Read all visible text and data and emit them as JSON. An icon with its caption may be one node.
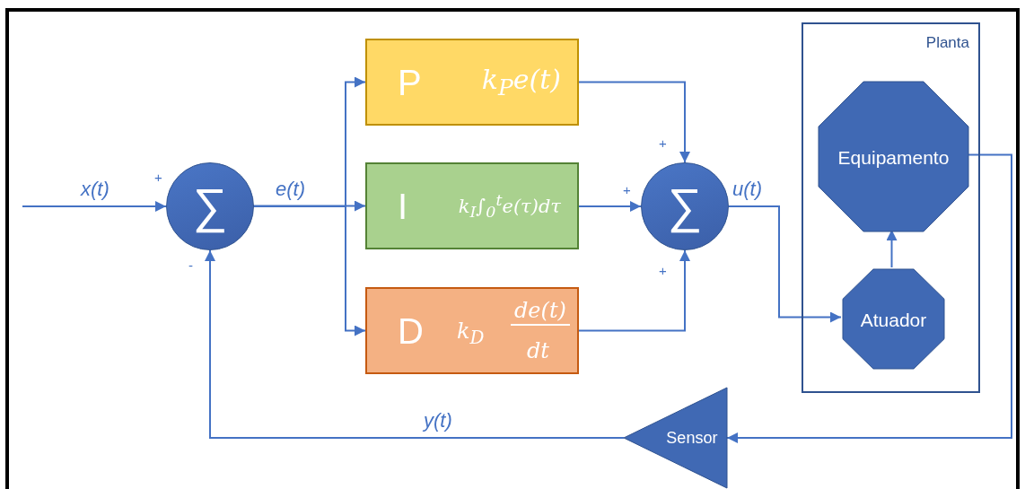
{
  "diagram": {
    "nodes": [
      {
        "text": [
          "∑"
        ],
        "beside": [
          "+",
          "-"
        ]
      },
      {
        "text": [
          "P",
          "k$_{P}$e(t)"
        ]
      },
      {
        "text": [
          "I",
          "k$_{I}$∫$_{0}$$^{t}$e(τ)dτ"
        ]
      },
      {
        "text": [
          "D",
          "k$_{D}$",
          "de(t)",
          "dt"
        ]
      },
      {
        "text": [
          "∑"
        ],
        "beside": [
          "+",
          "+",
          "+"
        ]
      },
      {
        "text": [
          "Planta"
        ]
      },
      {
        "text": [
          "Equipamento"
        ],
        "in": 5
      },
      {
        "text": [
          "Atuador"
        ],
        "in": 5
      },
      {
        "text": [
          "Sensor"
        ]
      }
    ],
    "edges": [
      {
        "from": null,
        "to": 0,
        "arrow": "to",
        "label": "x(t)"
      },
      {
        "from": 0,
        "to": 1,
        "arrow": "to"
      },
      {
        "from": 0,
        "to": 2,
        "arrow": "to",
        "label": "e(t)"
      },
      {
        "from": 0,
        "to": 3,
        "arrow": "to"
      },
      {
        "from": 1,
        "to": 4,
        "arrow": "to"
      },
      {
        "from": 2,
        "to": 4,
        "arrow": "to"
      },
      {
        "from": 3,
        "to": 4,
        "arrow": "to"
      },
      {
        "from": 4,
        "to": 7,
        "arrow": "to",
        "label": "u(t)"
      },
      {
        "from": 7,
        "to": 6,
        "arrow": "to"
      },
      {
        "from": 6,
        "to": 8,
        "arrow": "to"
      },
      {
        "from": 8,
        "to": 0,
        "arrow": "to",
        "label": "y(t)"
      }
    ]
  }
}
